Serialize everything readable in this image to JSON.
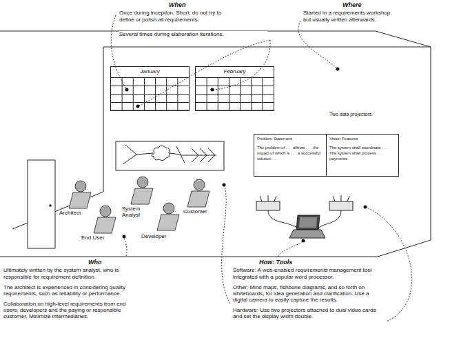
{
  "diagram": {
    "nodes": [
      {
        "text": [
          "January"
        ]
      },
      {
        "text": [
          "February"
        ]
      },
      {
        "text": [
          "Problem Statement",
          "The problem of . . . affects . . . the impact of which is . . . a successful solution . . ."
        ]
      },
      {
        "text": [
          "Vision Features",
          "The system shall coordinate . . . The system shall process . . . payments."
        ]
      }
    ],
    "labels": [
      "When",
      "Once during inception. Short; do not try to define or polish all requirements.",
      "Several times during elaboration iterations.",
      "Where",
      "Started in a requirements workshop, but usually written afterwards.",
      "Two data projectors.",
      "Architect",
      "System Analyst",
      "Customer",
      "End User",
      "Developer",
      "Who",
      "Ultimately written by the system analyst, who is responsible for requirement definition.",
      "The architect is experienced in considering quality requirements, such as reliability or performance.",
      "Collaboration on high-level requirements from end users, developers and the paying or responsible customer. Minimize intermediaries.",
      "How: Tools",
      "Software: A web-enabled requirements management tool integrated with a popular word processor.",
      "Other: Mind maps, fishbone diagrams, and so forth on whiteboards, for idea generation and clarification. Use a digital camera to easily capture the results.",
      "Hardware: Use two projectors attached to dual video cards and set the display width double."
    ]
  }
}
